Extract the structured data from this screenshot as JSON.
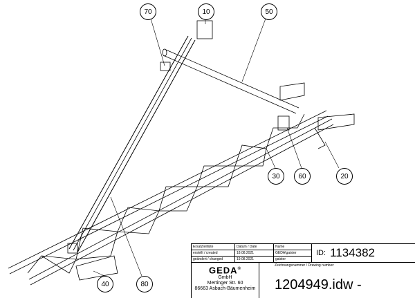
{
  "callouts": [
    "70",
    "10",
    "50",
    "60",
    "30",
    "20",
    "40",
    "80"
  ],
  "title_block": {
    "h_list": "Ersatzteilliste",
    "h_date": "Datum / Date",
    "h_name": "Name",
    "created_label": "erstellt / created",
    "created_date": "18.08.2021",
    "created_name": "GEDA\\gaister",
    "changed_label": "geändert / changed",
    "changed_date": "19.08.2021",
    "changed_name": "gaister",
    "id_label": "ID:",
    "id_value": "1134382",
    "logo": "GEDA",
    "logo_reg": "®",
    "company": "GmbH",
    "street": "Mertinger Str. 60",
    "city": "86663 Asbach-Bäumenheim",
    "drawing_label": "Zeichnungsnummer / Drawing number:",
    "drawing_number": "1204949.idw -"
  }
}
